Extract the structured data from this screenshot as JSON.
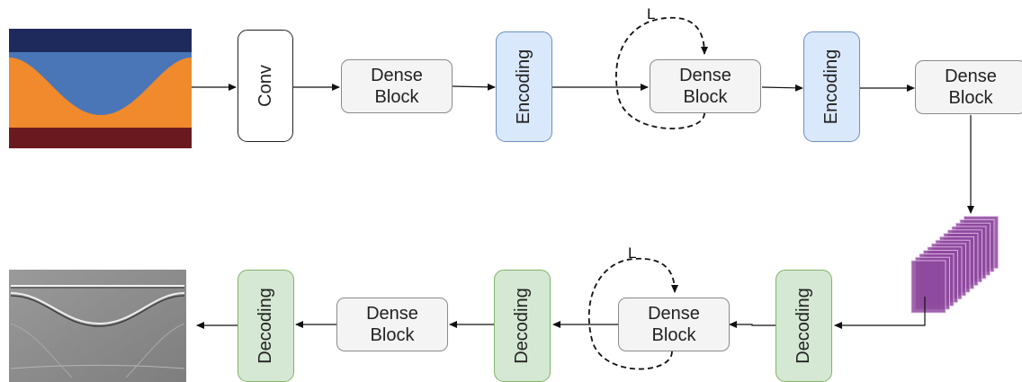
{
  "nodes": {
    "conv": "Conv",
    "dense1": {
      "line1": "Dense",
      "line2": "Block"
    },
    "enc1": "Encoding",
    "dense2": {
      "line1": "Dense",
      "line2": "Block"
    },
    "enc2": "Encoding",
    "dense3": {
      "line1": "Dense",
      "line2": "Block"
    },
    "dec1": "Decoding",
    "dense4": {
      "line1": "Dense",
      "line2": "Block"
    },
    "dec2": "Decoding",
    "dense5": {
      "line1": "Dense",
      "line2": "Block"
    },
    "dec3": "Decoding"
  },
  "loops": {
    "top_label": "L",
    "bottom_label": "L"
  },
  "colors": {
    "encoding_fill": "#dae8fc",
    "encoding_border": "#6c8ebf",
    "decoding_fill": "#d5e8d4",
    "decoding_border": "#82b366",
    "dense_fill": "#f4f4f4",
    "velocity_top": "#1f2a5c",
    "velocity_mid": "#4a76b8",
    "velocity_layer": "#f08a2c",
    "velocity_bottom": "#6a1a1f",
    "feature_maps": "#8e4a9e"
  }
}
